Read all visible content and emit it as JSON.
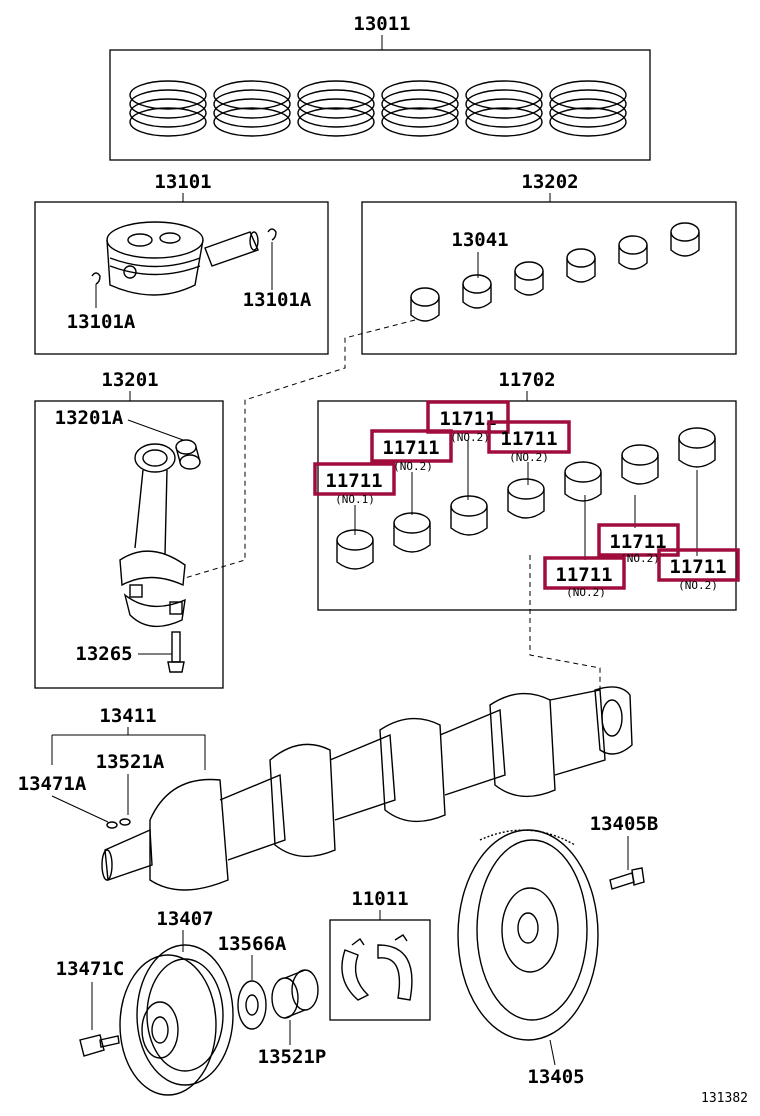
{
  "accent_color": "#a00d3c",
  "diagram_number": "131382",
  "labels": {
    "ring_set": "13011",
    "piston_sub": "13101",
    "piston_pin_clip_left": "13101A",
    "piston_pin_clip_right": "13101A",
    "conrod_bearing_set": "13202",
    "conrod_bearing": "13041",
    "conrod_sub": "13201",
    "conrod_bushing": "13201A",
    "conrod_bolt": "13265",
    "main_bearing_set": "11702",
    "crankshaft_sub": "13411",
    "crank_key": "13521A",
    "crank_pin": "13471A",
    "flywheel_bolt": "13405B",
    "thrust_washer_set": "11011",
    "pulley": "13407",
    "pulley_bolt": "13471C",
    "crank_pulley_washer": "13566A",
    "crank_gear": "13521P",
    "flywheel": "13405"
  },
  "highlighted_labels": [
    {
      "text": "11711",
      "sub": "(NO.2)"
    },
    {
      "text": "11711",
      "sub": "(NO.2)"
    },
    {
      "text": "11711",
      "sub": "(NO.2)"
    },
    {
      "text": "11711",
      "sub": "(NO.1)"
    },
    {
      "text": "11711",
      "sub": "(NO.2)"
    },
    {
      "text": "11711",
      "sub": "(NO.2)"
    },
    {
      "text": "11711",
      "sub": "(NO.2)"
    }
  ]
}
